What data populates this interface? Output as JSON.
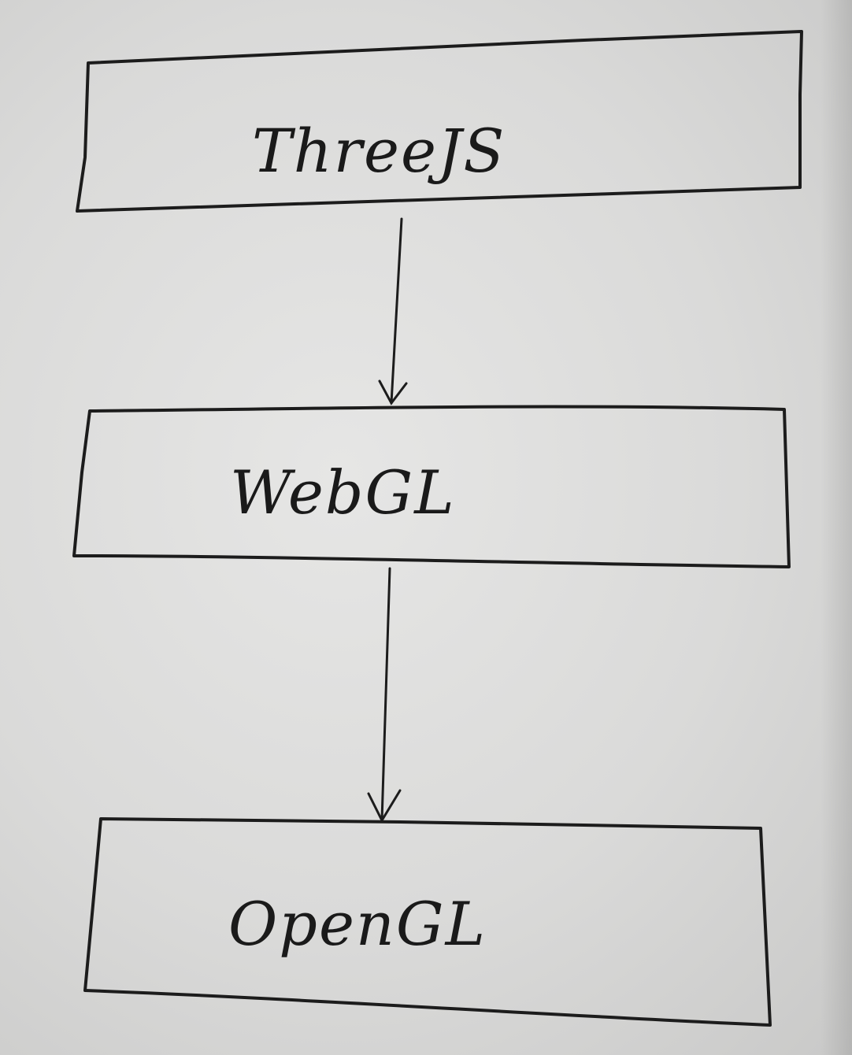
{
  "diagram": {
    "boxes": [
      {
        "id": "threejs",
        "label": "ThreeJS"
      },
      {
        "id": "webgl",
        "label": "WebGL"
      },
      {
        "id": "opengl",
        "label": "OpenGL"
      }
    ],
    "edges": [
      {
        "from": "threejs",
        "to": "webgl"
      },
      {
        "from": "webgl",
        "to": "opengl"
      }
    ],
    "ink_color": "#1c1c1c",
    "paper_color": "#dcdcdc"
  }
}
